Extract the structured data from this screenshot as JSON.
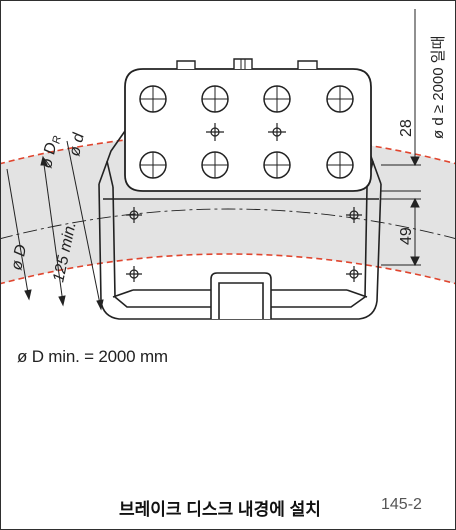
{
  "labels": {
    "dR_phi": "ø D",
    "dR_sub": "R",
    "d_small": "ø d",
    "D_big": "ø D",
    "dim_125": "125 min.",
    "dim_28": "28",
    "dim_49": "49",
    "d_condition": "ø d ≥ 2000 일때"
  },
  "formula": "ø D min. = 2000 mm",
  "caption": "브레이크 디스크 내경에 설치",
  "figure_number": "145-2",
  "colors": {
    "disc_band": "#e3e3e3",
    "red_dashes": "#e0452e",
    "line": "#222222"
  }
}
